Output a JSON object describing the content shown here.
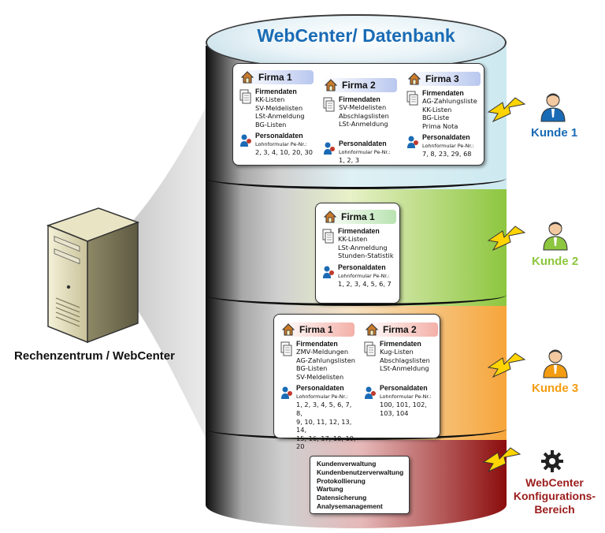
{
  "title": "WebCenter/ Datenbank",
  "server_label": "Rechenzentrum / WebCenter",
  "colors": {
    "title": "#1a6bb5",
    "kunde1": "#1a6bb5",
    "kunde2": "#8dc63f",
    "kunde3": "#f39c12",
    "config": "#9b1c1c"
  },
  "segments": [
    {
      "customer": "Kunde 1",
      "firms": [
        {
          "name": "Firma 1",
          "firmendaten_label": "Firmendaten",
          "firmendaten": [
            "KK-Listen",
            "SV-Meldelisten",
            "LSt-Anmeldung",
            "BG-Listen"
          ],
          "personaldaten_label": "Personaldaten",
          "lohnformular": "Lohnformular Pe-Nr.:",
          "pe_nr": "2, 3, 4, 10, 20, 30"
        },
        {
          "name": "Firma 2",
          "firmendaten_label": "Firmendaten",
          "firmendaten": [
            "SV-Meldelisten",
            "Abschlagslisten",
            "LSt-Anmeldung"
          ],
          "personaldaten_label": "Personaldaten",
          "lohnformular": "Lohnformular Pe-Nr.:",
          "pe_nr": "1, 2, 3"
        },
        {
          "name": "Firma 3",
          "firmendaten_label": "Firmendaten",
          "firmendaten": [
            "AG-Zahlungsliste",
            "KK-Listen",
            "BG-Liste",
            "Prima Nota"
          ],
          "personaldaten_label": "Personaldaten",
          "lohnformular": "Lohnformular Pe-Nr.:",
          "pe_nr": "7, 8, 23, 29, 68"
        }
      ]
    },
    {
      "customer": "Kunde 2",
      "firms": [
        {
          "name": "Firma 1",
          "firmendaten_label": "Firmendaten",
          "firmendaten": [
            "KK-Listen",
            "LSt-Anmeldung",
            "Stunden-Statistik"
          ],
          "personaldaten_label": "Personaldaten",
          "lohnformular": "Lohnformular Pe-Nr.:",
          "pe_nr": "1, 2, 3, 4, 5, 6, 7"
        }
      ]
    },
    {
      "customer": "Kunde 3",
      "firms": [
        {
          "name": "Firma 1",
          "firmendaten_label": "Firmendaten",
          "firmendaten": [
            "ZMV-Meldungen",
            "AG-Zahlungslisten",
            "BG-Listen",
            "SV-Meldelisten"
          ],
          "personaldaten_label": "Personaldaten",
          "lohnformular": "Lohnformular Pe-Nr.:",
          "pe_nr_lines": [
            "1, 2, 3, 4, 5, 6, 7, 8,",
            "9, 10, 11, 12, 13, 14,",
            "15, 16, 17, 18, 19, 20"
          ]
        },
        {
          "name": "Firma 2",
          "firmendaten_label": "Firmendaten",
          "firmendaten": [
            "Kug-Listen",
            "Abschlagslisten",
            "LSt-Anmeldung"
          ],
          "personaldaten_label": "Personaldaten",
          "lohnformular": "Lohnformular Pe-Nr.:",
          "pe_nr_lines": [
            "100, 101, 102,",
            "103, 104"
          ]
        }
      ]
    }
  ],
  "config": {
    "label_lines": [
      "WebCenter",
      "Konfigurations-",
      "Bereich"
    ],
    "items": [
      "Kundenverwaltung",
      "Kundenbenutzerverwaltung",
      "Protokollierung",
      "Wartung",
      "Datensicherung",
      "Analysemanagement"
    ]
  }
}
